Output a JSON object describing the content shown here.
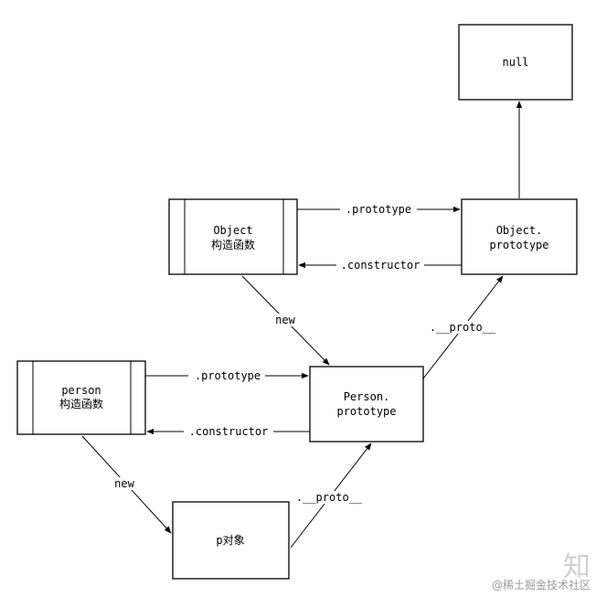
{
  "nodes": {
    "null_box": {
      "label": "null"
    },
    "object_prototype": {
      "line1": "Object.",
      "line2": "prototype"
    },
    "object_constructor": {
      "line1": "Object",
      "line2": "构造函数"
    },
    "person_prototype": {
      "line1": "Person.",
      "line2": "prototype"
    },
    "person_constructor": {
      "line1": "person",
      "line2": "构造函数"
    },
    "p_object": {
      "label": "p对象"
    }
  },
  "edges": {
    "object_prototype_link": ".prototype",
    "object_constructor_link": ".constructor",
    "object_new": "new",
    "person_proto_to_object": ".__proto__",
    "person_prototype_link": ".prototype",
    "person_constructor_link": ".constructor",
    "person_new": "new",
    "p_proto": ".__proto__"
  },
  "watermark": {
    "mark": "知",
    "text": "@稀土掘金技术社区"
  }
}
